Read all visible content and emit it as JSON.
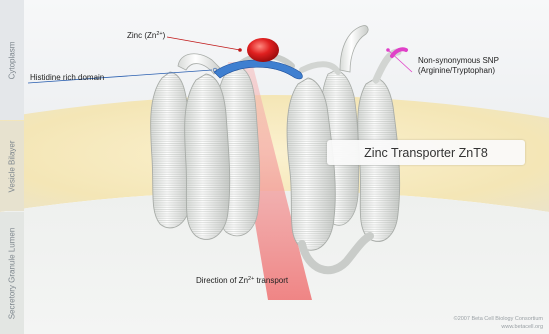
{
  "sidebar": {
    "cytoplasm": "Cytoplasm",
    "vesicle_bilayer": "Vesicle Bilayer",
    "lumen": "Secretory Granule Lumen"
  },
  "labels": {
    "zinc": "Zinc (Zn",
    "zinc_sup": "2+",
    "zinc_end": ")",
    "histidine": "Histidine rich domain",
    "snp_line1": "Non-synonymous SNP",
    "snp_line2": "(Arginine/Tryptophan)",
    "title": "Zinc Transporter ZnT8",
    "direction": "Direction of Zn",
    "direction_sup": "2+",
    "direction_end": " transport"
  },
  "credit": {
    "line1": "©2007 Beta Cell Biology Consortium",
    "line2": "www.betacell.org"
  },
  "colors": {
    "zinc_ion": "#d81c1c",
    "histidine_loop": "#3f7fd0",
    "snp_marker": "#e040c8",
    "transport_arrow": "#f08080",
    "bilayer": "#f4e6b6"
  }
}
